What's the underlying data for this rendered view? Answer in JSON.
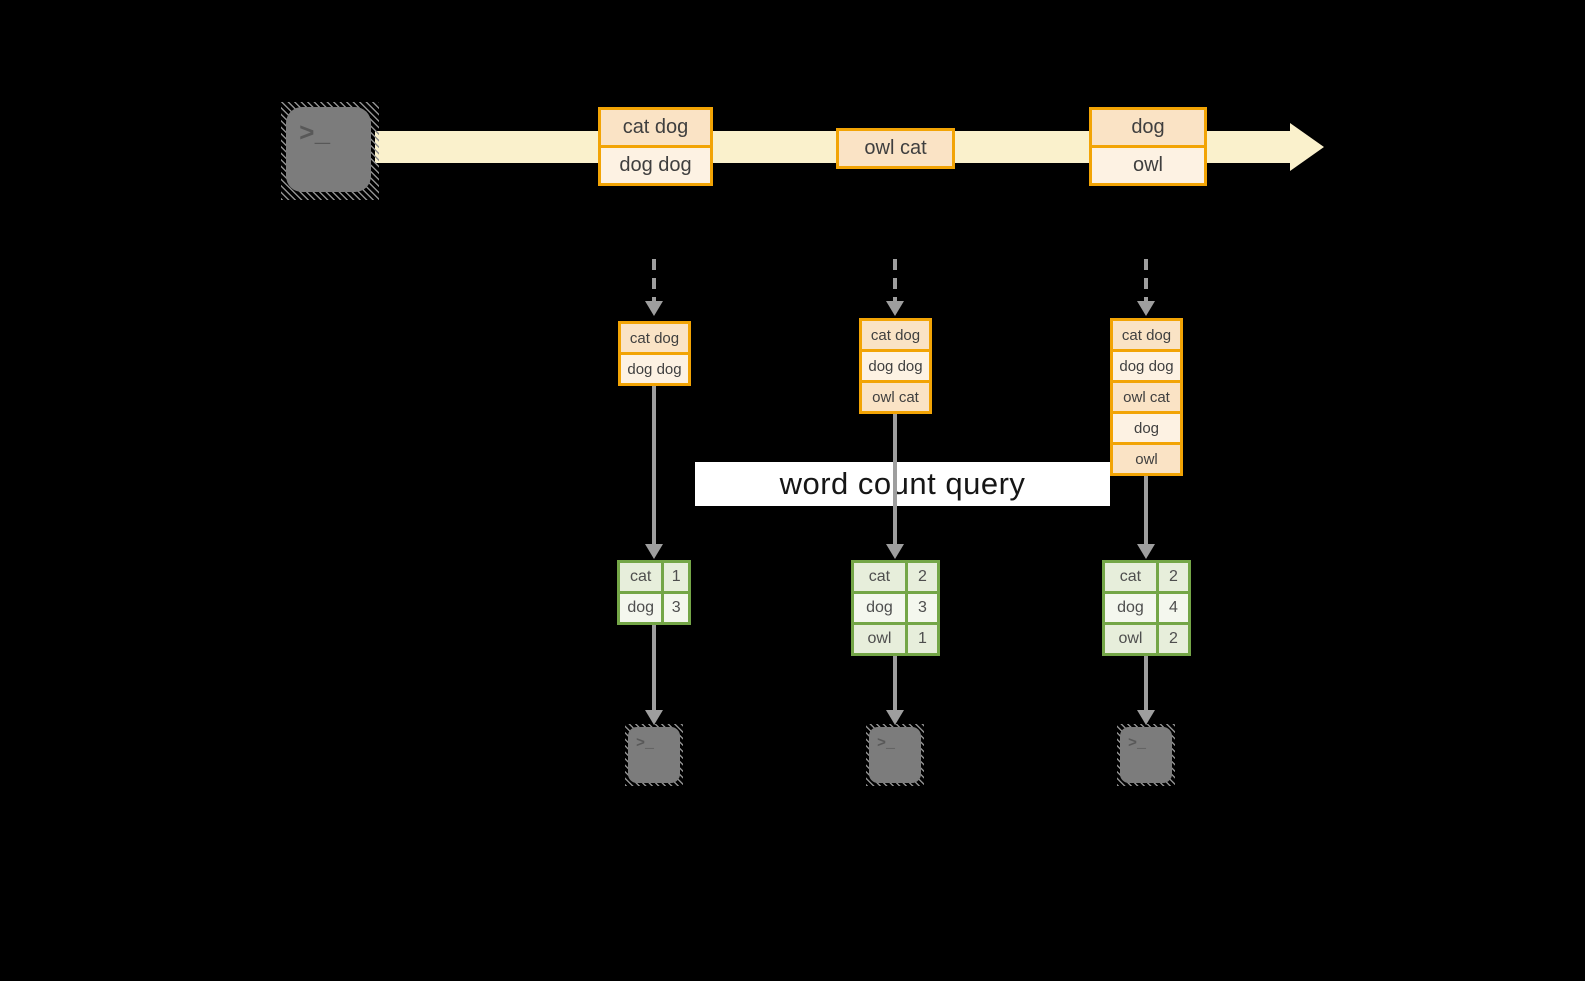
{
  "diagram": {
    "query_label": "word count query",
    "terminal_glyph": ">_",
    "stream": {
      "batches": [
        {
          "rows": [
            "cat dog",
            "dog dog"
          ]
        },
        {
          "rows": [
            "owl cat"
          ]
        },
        {
          "rows": [
            "dog",
            "owl"
          ]
        }
      ]
    },
    "columns": [
      {
        "buffer_rows": [
          "cat dog",
          "dog dog"
        ],
        "counts": [
          {
            "word": "cat",
            "count": "1"
          },
          {
            "word": "dog",
            "count": "3"
          }
        ]
      },
      {
        "buffer_rows": [
          "cat dog",
          "dog dog",
          "owl cat"
        ],
        "counts": [
          {
            "word": "cat",
            "count": "2"
          },
          {
            "word": "dog",
            "count": "3"
          },
          {
            "word": "owl",
            "count": "1"
          }
        ]
      },
      {
        "buffer_rows": [
          "cat dog",
          "dog dog",
          "owl cat",
          "dog",
          "owl"
        ],
        "counts": [
          {
            "word": "cat",
            "count": "2"
          },
          {
            "word": "dog",
            "count": "4"
          },
          {
            "word": "owl",
            "count": "2"
          }
        ]
      }
    ],
    "colors": {
      "background": "#000000",
      "stream_band": "#FAF1CC",
      "box_border": "#F2A405",
      "box_fill_dark": "#FAE3C5",
      "box_fill_light": "#FDF2E3",
      "table_border": "#74A647",
      "table_fill_dark": "#E7EEDB",
      "table_fill_light": "#F4F7EE",
      "arrow_gray": "#9E9E9E",
      "terminal_gray": "#7C7C7C",
      "label_background": "#FFFFFF"
    }
  }
}
